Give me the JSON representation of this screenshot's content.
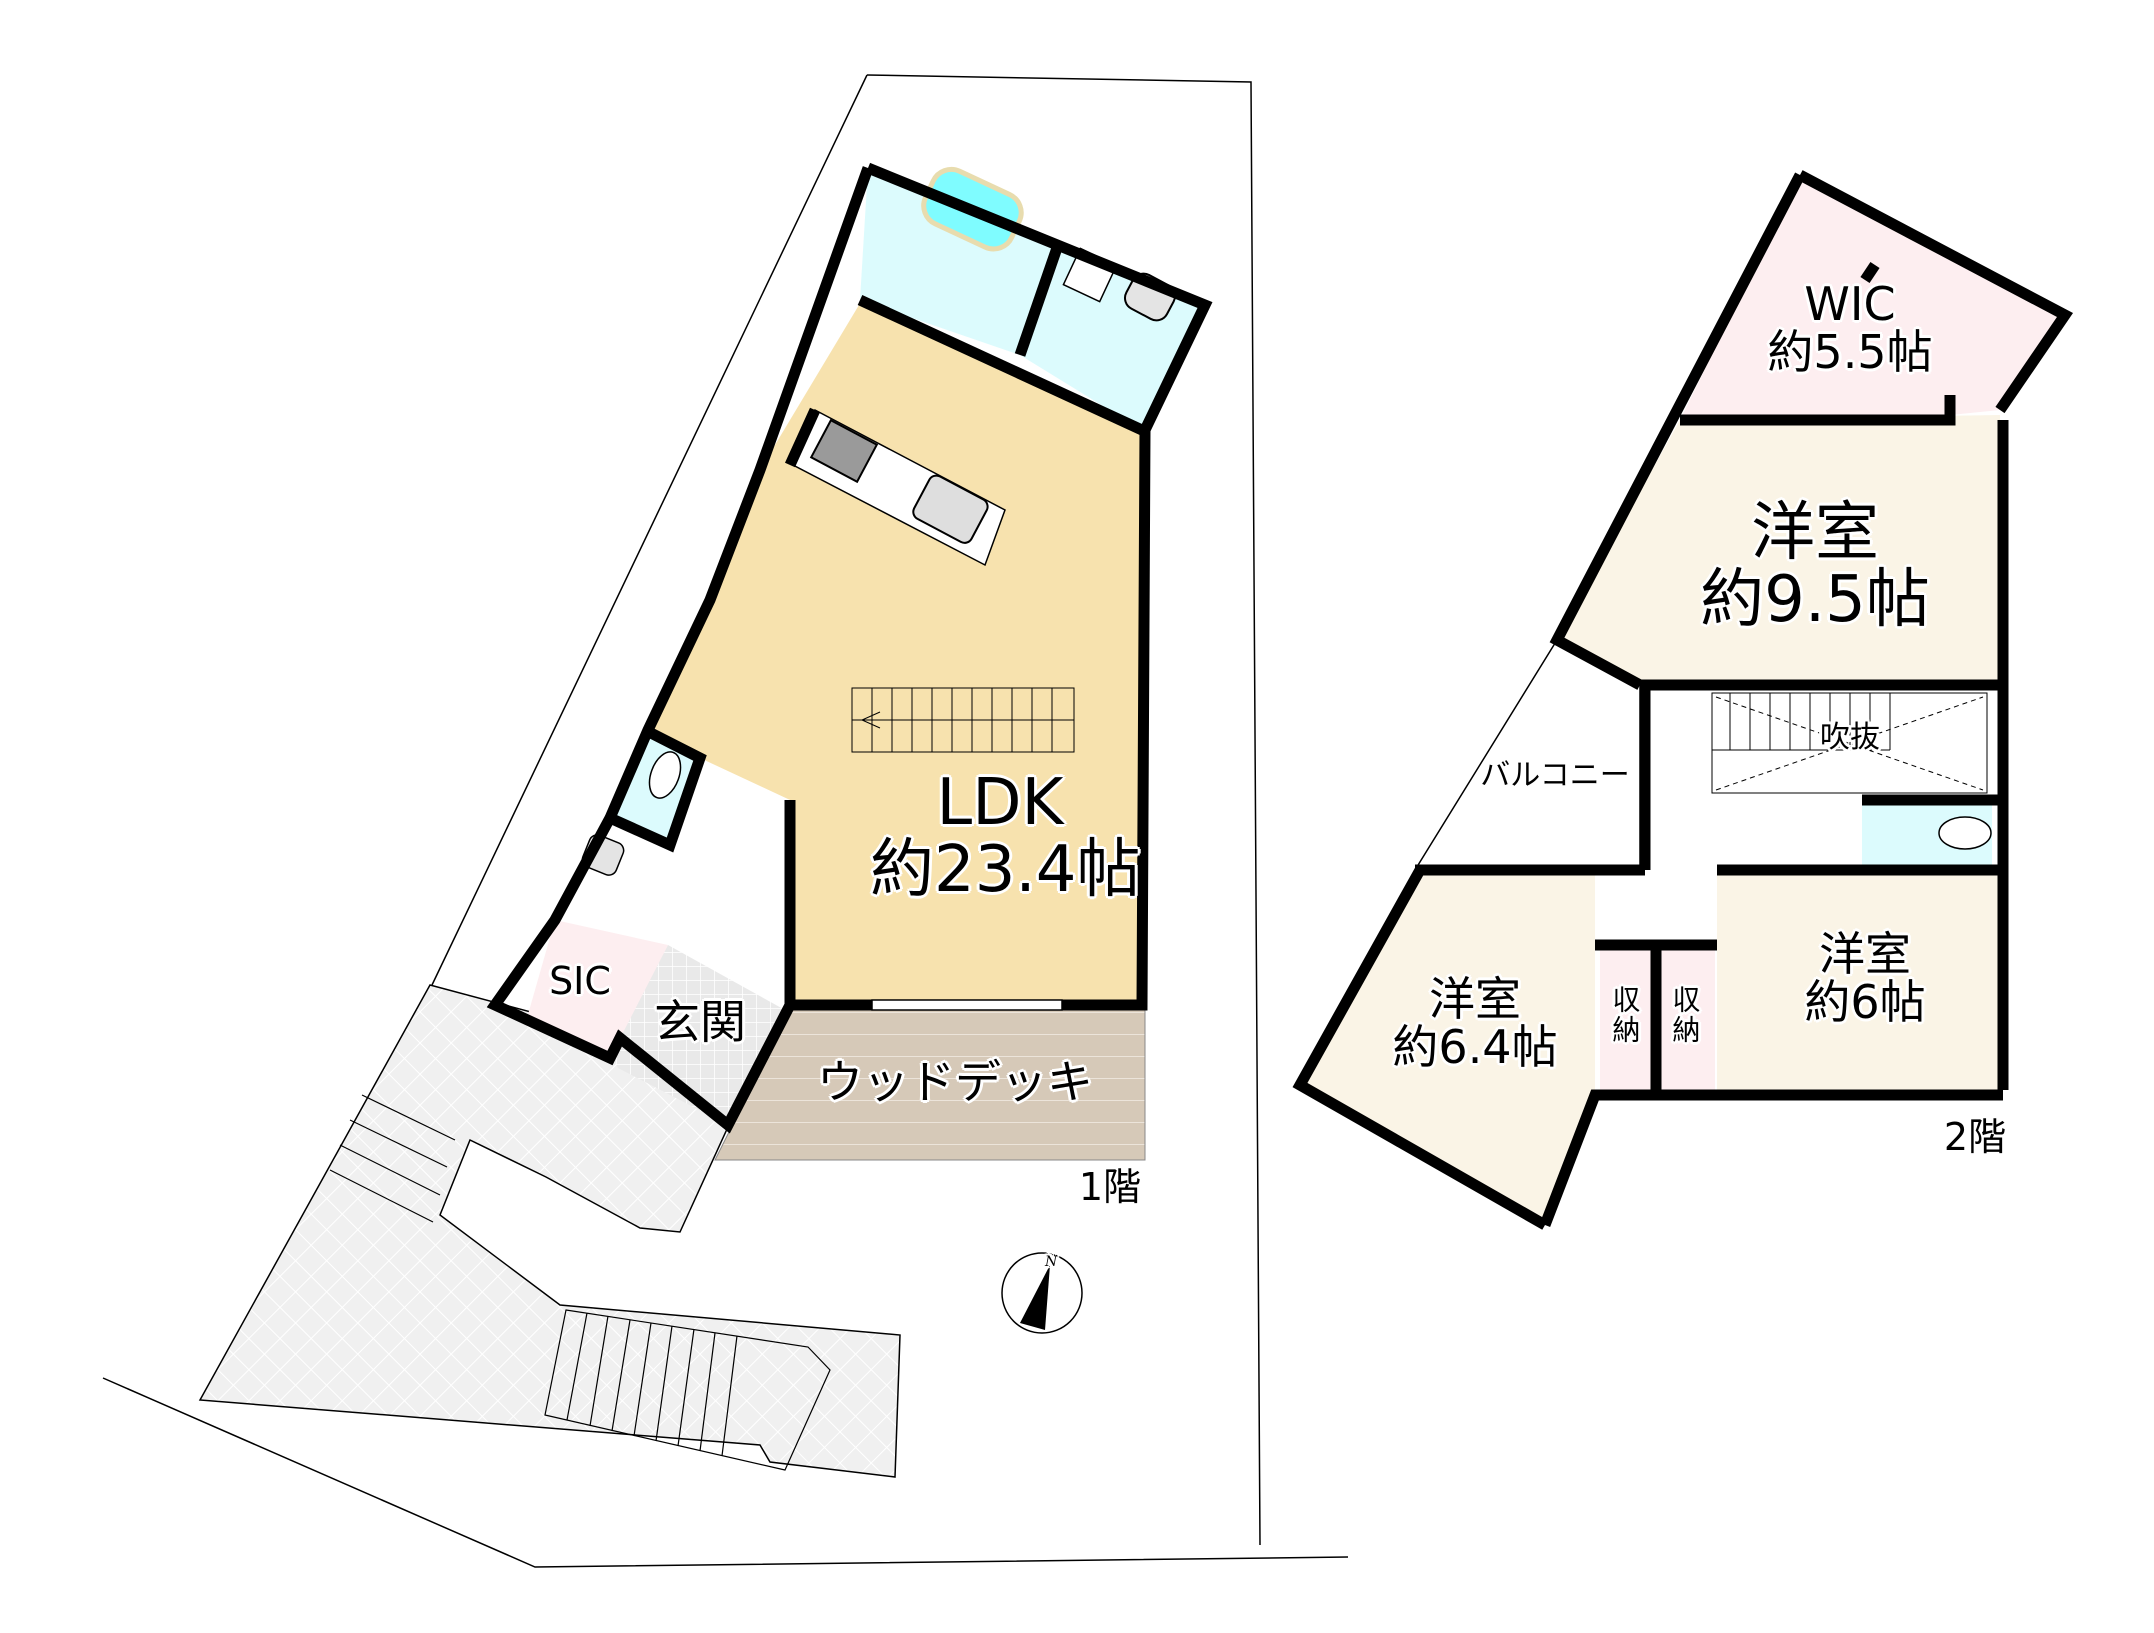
{
  "floors": [
    {
      "id": "floor-1",
      "label": "1階",
      "rooms": [
        {
          "name": "LDK",
          "area": "約23.4帖",
          "color": "#f7e2ae"
        },
        {
          "name": "SIC",
          "color": "#fdeef0"
        },
        {
          "name": "玄関",
          "color": "#e8e8e8"
        },
        {
          "name": "ウッドデッキ",
          "color": "#d6c9b8"
        },
        {
          "name": "bath",
          "color": "#dcfbfd"
        },
        {
          "name": "washroom",
          "color": "#dcfbfd"
        },
        {
          "name": "toilet",
          "color": "#dcfbfd"
        }
      ],
      "fixtures": [
        "bathtub",
        "washbasin",
        "washing-machine-pan",
        "kitchen-counter",
        "gas-stove",
        "kitchen-sink",
        "toilet",
        "hand-sink",
        "staircase"
      ]
    },
    {
      "id": "floor-2",
      "label": "2階",
      "rooms": [
        {
          "name": "WIC",
          "area": "約5.5帖",
          "color": "#fdeef0"
        },
        {
          "name": "洋室",
          "area": "約9.5帖",
          "color": "#faf4e6"
        },
        {
          "name": "洋室",
          "area": "約6.4帖",
          "color": "#faf4e6"
        },
        {
          "name": "洋室",
          "area": "約6帖",
          "color": "#faf4e6"
        },
        {
          "name": "収納",
          "color": "#fdeef0"
        },
        {
          "name": "収納",
          "color": "#fdeef0"
        },
        {
          "name": "バルコニー",
          "color": "#ffffff"
        },
        {
          "name": "吹抜",
          "color": "#ffffff"
        },
        {
          "name": "toilet",
          "color": "#dcfbfd"
        }
      ]
    }
  ],
  "compass": {
    "label": "N"
  },
  "colors": {
    "wall": "#000000",
    "ldk": "#f7e2ae",
    "wet": "#dcfbfd",
    "bathtub": "#7ffcff",
    "pink": "#fdeef0",
    "western": "#faf4e6",
    "deck": "#d6c9b8",
    "paving": "#efefef"
  }
}
